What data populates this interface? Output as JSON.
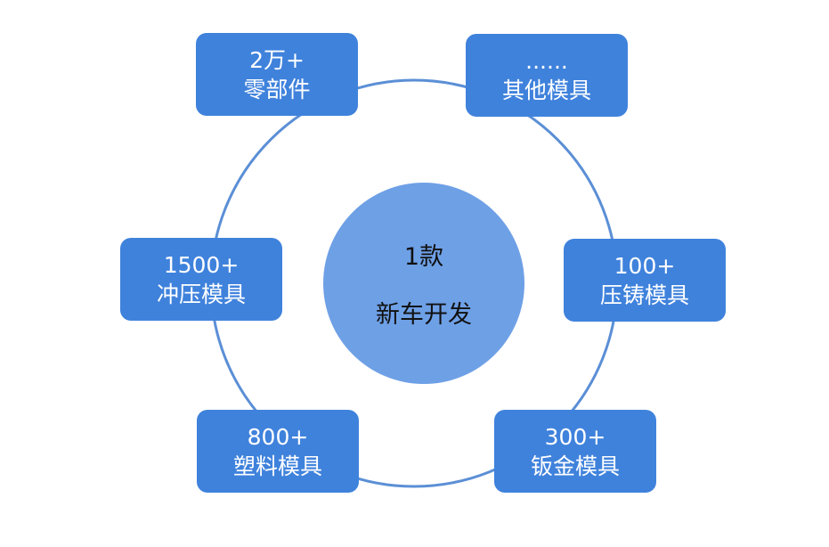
{
  "center": {
    "line1": "1款",
    "line2": "新车开发"
  },
  "nodes": [
    {
      "value": "2万+",
      "label": "零部件"
    },
    {
      "value": "......",
      "label": "其他模具"
    },
    {
      "value": "1500+",
      "label": "冲压模具"
    },
    {
      "value": "100+",
      "label": "压铸模具"
    },
    {
      "value": "800+",
      "label": "塑料模具"
    },
    {
      "value": "300+",
      "label": "钣金模具"
    }
  ],
  "colors": {
    "box": "#3f82dc",
    "ring": "#5b8fd6",
    "center": "#6ea0e6"
  }
}
